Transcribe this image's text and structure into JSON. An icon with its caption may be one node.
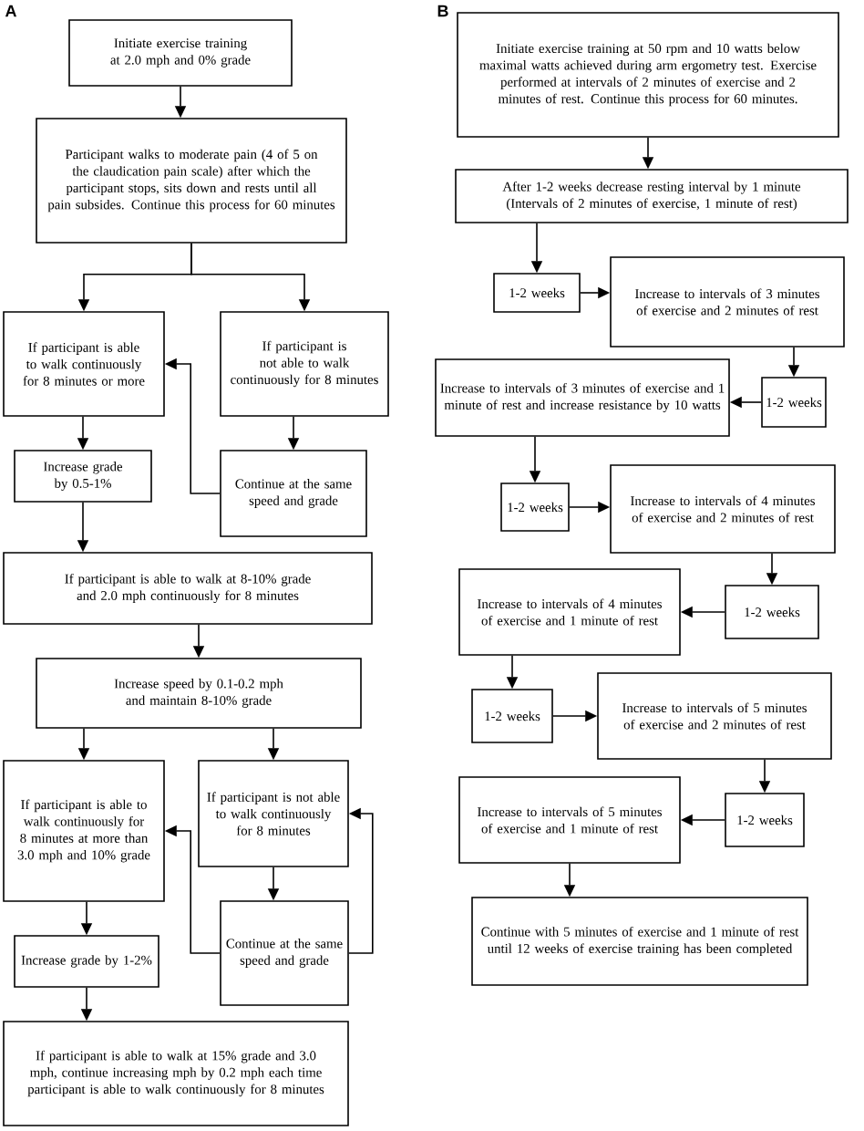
{
  "diagram": {
    "nodes": [
      {
        "text": [
          "Initiate exercise training at 2.0 mph and 0% grade"
        ]
      },
      {
        "text": [
          "Participant walks to moderate pain (4 of 5 on the claudication pain scale) after which the participant stops, sits down and rests until all pain subsides.  Continue this process for 60 minutes"
        ]
      },
      {
        "text": [
          "If participant is able to walk continuously for 8 minutes or more"
        ]
      },
      {
        "text": [
          "If participant is not able to walk continuously for 8 minutes"
        ]
      },
      {
        "text": [
          "Increase grade by 0.5-1%"
        ]
      },
      {
        "text": [
          "Continue at the same speed and grade"
        ]
      },
      {
        "text": [
          "If participant is able to walk at 8-10% grade and 2.0 mph continuously for 8 minutes"
        ]
      },
      {
        "text": [
          "Increase speed by 0.1-0.2 mph and maintain 8-10% grade"
        ]
      },
      {
        "text": [
          "If participant is able to walk continuously for 8 minutes at more than 3.0 mph and 10% grade"
        ]
      },
      {
        "text": [
          "If participant is not able to walk continuously for 8 minutes"
        ]
      },
      {
        "text": [
          "Increase grade by 1-2%"
        ]
      },
      {
        "text": [
          "Continue at the same speed and grade"
        ]
      },
      {
        "text": [
          "If participant is able to walk at 15% grade and 3.0 mph, continue increasing mph by 0.2 mph each time participant is able to walk continuously for 8 minutes"
        ]
      },
      {
        "text": [
          "Initiate exercise training at 50 rpm and 10 watts below maximal watts achieved during arm ergometry test.  Exercise performed at intervals of 2 minutes of exercise and 2 minutes of rest. Continue this process for 60 minutes."
        ]
      },
      {
        "text": [
          "After 1-2 weeks decrease resting interval by 1 minute (Intervals of 2 minutes of exercise, 1 minute of rest)"
        ]
      },
      {
        "text": [
          "1-2 weeks"
        ]
      },
      {
        "text": [
          "Increase to intervals of 3 minutes of exercise and 2 minutes of rest"
        ]
      },
      {
        "text": [
          "1-2 weeks"
        ]
      },
      {
        "text": [
          "Increase to intervals of 3 minutes of exercise and 1 minute of rest and increase resistance by 10 watts"
        ]
      },
      {
        "text": [
          "1-2 weeks"
        ]
      },
      {
        "text": [
          "Increase to intervals of 4 minutes of exercise and 2 minutes of rest"
        ]
      },
      {
        "text": [
          "1-2 weeks"
        ]
      },
      {
        "text": [
          "Increase to intervals of 4 minutes of exercise and 1 minute of rest"
        ]
      },
      {
        "text": [
          "1-2 weeks"
        ]
      },
      {
        "text": [
          "Increase to intervals of 5 minutes of exercise and 2 minutes of rest"
        ]
      },
      {
        "text": [
          "1-2 weeks"
        ]
      },
      {
        "text": [
          "Increase to intervals of 5 minutes of exercise and 1 minute of rest"
        ]
      },
      {
        "text": [
          "Continue with 5 minutes of exercise and 1 minute of rest until 12 weeks of exercise training has been completed"
        ]
      }
    ],
    "edges": [
      {
        "from": 0,
        "to": 1,
        "arrow": "to"
      },
      {
        "from": 1,
        "to": 2,
        "arrow": "to"
      },
      {
        "from": 1,
        "to": 3,
        "arrow": "to"
      },
      {
        "from": 2,
        "to": 4,
        "arrow": "to"
      },
      {
        "from": 3,
        "to": 5,
        "arrow": "to"
      },
      {
        "from": 5,
        "to": 2,
        "arrow": "to"
      },
      {
        "from": 4,
        "to": 6,
        "arrow": "to"
      },
      {
        "from": 6,
        "to": 7,
        "arrow": "to"
      },
      {
        "from": 7,
        "to": 8,
        "arrow": "to"
      },
      {
        "from": 7,
        "to": 9,
        "arrow": "to"
      },
      {
        "from": 8,
        "to": 10,
        "arrow": "to"
      },
      {
        "from": 9,
        "to": 11,
        "arrow": "to"
      },
      {
        "from": 11,
        "to": 8,
        "arrow": "to"
      },
      {
        "from": 11,
        "to": 9,
        "arrow": "to"
      },
      {
        "from": 10,
        "to": 12,
        "arrow": "to"
      },
      {
        "from": 13,
        "to": 14,
        "arrow": "to"
      },
      {
        "from": 14,
        "to": 15,
        "arrow": "to"
      },
      {
        "from": 15,
        "to": 16,
        "arrow": "to"
      },
      {
        "from": 16,
        "to": 17,
        "arrow": "to"
      },
      {
        "from": 17,
        "to": 18,
        "arrow": "to"
      },
      {
        "from": 18,
        "to": 19,
        "arrow": "to"
      },
      {
        "from": 19,
        "to": 20,
        "arrow": "to"
      },
      {
        "from": 20,
        "to": 21,
        "arrow": "to"
      },
      {
        "from": 21,
        "to": 22,
        "arrow": "to"
      },
      {
        "from": 22,
        "to": 23,
        "arrow": "to"
      },
      {
        "from": 23,
        "to": 24,
        "arrow": "to"
      },
      {
        "from": 24,
        "to": 25,
        "arrow": "to"
      },
      {
        "from": 25,
        "to": 26,
        "arrow": "to"
      },
      {
        "from": 26,
        "to": 27,
        "arrow": "to"
      }
    ],
    "labels": [
      "A",
      "B"
    ]
  }
}
